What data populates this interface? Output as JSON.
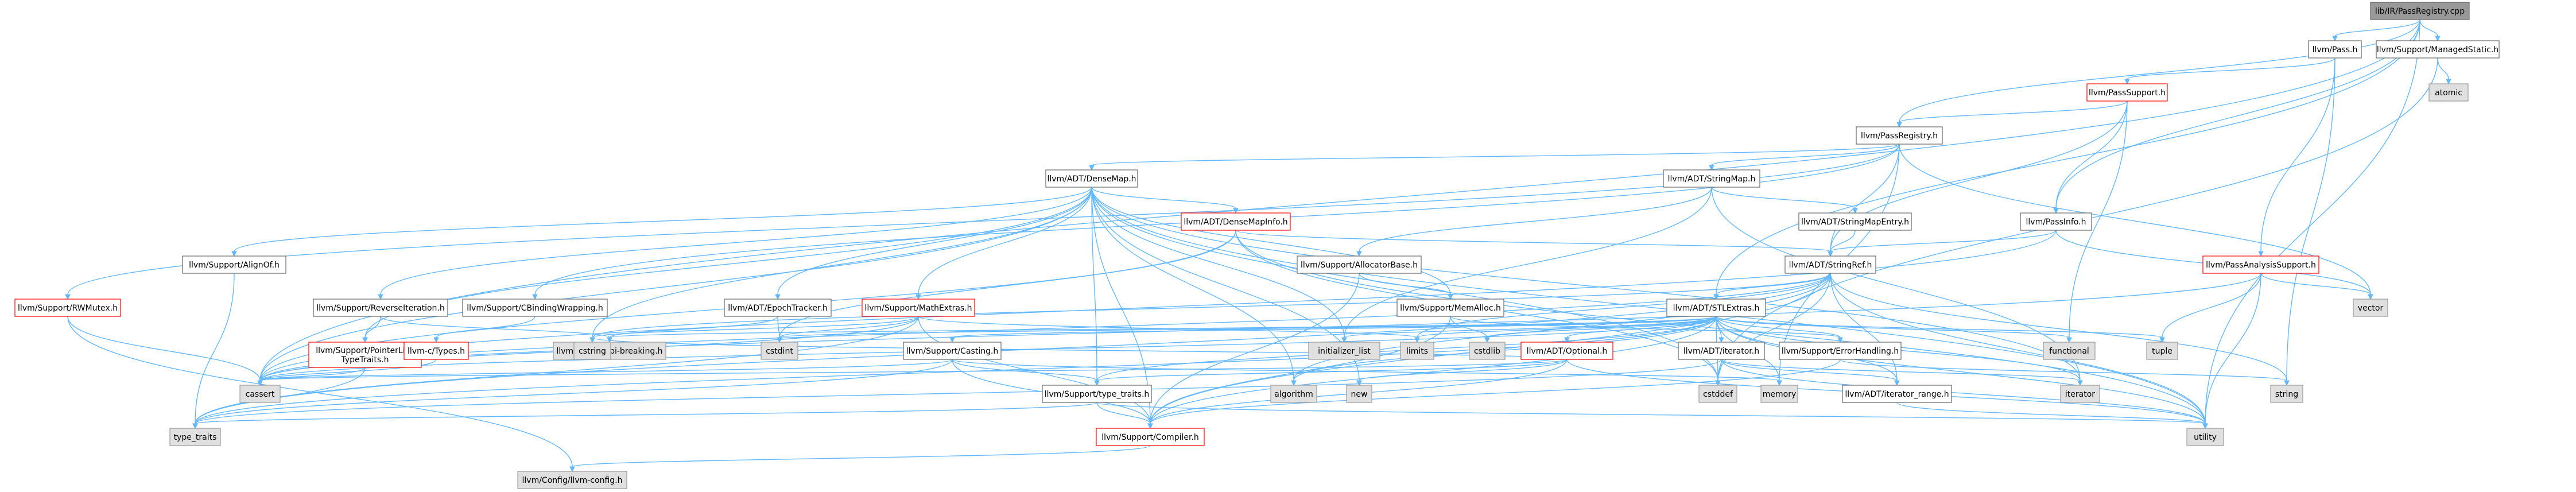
{
  "colors": {
    "root_fill": "#999999",
    "root_stroke": "#666666",
    "normal_fill": "#ffffff",
    "normal_stroke": "#666666",
    "alert_stroke": "#ff0000",
    "external_fill": "#e0e0e0",
    "external_stroke": "#999999",
    "edge": "#63b8ff"
  },
  "nodes": [
    {
      "id": "root",
      "label": "lib/IR/PassRegistry.cpp",
      "kind": "root"
    },
    {
      "id": "pass",
      "label": "llvm/Pass.h",
      "kind": "normal"
    },
    {
      "id": "managedstatic",
      "label": "llvm/Support/ManagedStatic.h",
      "kind": "normal"
    },
    {
      "id": "passsupport",
      "label": "llvm/PassSupport.h",
      "kind": "alert"
    },
    {
      "id": "atomic",
      "label": "atomic",
      "kind": "external"
    },
    {
      "id": "passregistry",
      "label": "llvm/PassRegistry.h",
      "kind": "normal"
    },
    {
      "id": "densemap",
      "label": "llvm/ADT/DenseMap.h",
      "kind": "normal"
    },
    {
      "id": "stringmap",
      "label": "llvm/ADT/StringMap.h",
      "kind": "normal"
    },
    {
      "id": "densemapinfo",
      "label": "llvm/ADT/DenseMapInfo.h",
      "kind": "alert"
    },
    {
      "id": "stringmapentry",
      "label": "llvm/ADT/StringMapEntry.h",
      "kind": "normal"
    },
    {
      "id": "passinfo",
      "label": "llvm/PassInfo.h",
      "kind": "normal"
    },
    {
      "id": "alignof",
      "label": "llvm/Support/AlignOf.h",
      "kind": "normal"
    },
    {
      "id": "allocatorbase",
      "label": "llvm/Support/AllocatorBase.h",
      "kind": "normal"
    },
    {
      "id": "stringref",
      "label": "llvm/ADT/StringRef.h",
      "kind": "normal"
    },
    {
      "id": "passanalysis",
      "label": "llvm/PassAnalysisSupport.h",
      "kind": "alert"
    },
    {
      "id": "rwmutex",
      "label": "llvm/Support/RWMutex.h",
      "kind": "alert"
    },
    {
      "id": "reverseiter",
      "label": "llvm/Support/ReverseIteration.h",
      "kind": "normal"
    },
    {
      "id": "cbinding",
      "label": "llvm/Support/CBindingWrapping.h",
      "kind": "normal"
    },
    {
      "id": "epoch",
      "label": "llvm/ADT/EpochTracker.h",
      "kind": "normal"
    },
    {
      "id": "mathextras",
      "label": "llvm/Support/MathExtras.h",
      "kind": "alert"
    },
    {
      "id": "memalloc",
      "label": "llvm/Support/MemAlloc.h",
      "kind": "normal"
    },
    {
      "id": "stlextras",
      "label": "llvm/ADT/STLExtras.h",
      "kind": "normal"
    },
    {
      "id": "pointerlike",
      "label": "llvm/Support/PointerLike\nTypeTraits.h",
      "kind": "alert"
    },
    {
      "id": "ctypes",
      "label": "llvm-c/Types.h",
      "kind": "alert"
    },
    {
      "id": "abibreaking",
      "label": "llvm/Config/abi-breaking.h",
      "kind": "external"
    },
    {
      "id": "cstdint",
      "label": "cstdint",
      "kind": "external"
    },
    {
      "id": "casting",
      "label": "llvm/Support/Casting.h",
      "kind": "normal"
    },
    {
      "id": "optional",
      "label": "llvm/ADT/Optional.h",
      "kind": "alert"
    },
    {
      "id": "adtiterator",
      "label": "llvm/ADT/iterator.h",
      "kind": "normal"
    },
    {
      "id": "errorhandling",
      "label": "llvm/Support/ErrorHandling.h",
      "kind": "normal"
    },
    {
      "id": "cstring",
      "label": "cstring",
      "kind": "external"
    },
    {
      "id": "initlist",
      "label": "initializer_list",
      "kind": "external"
    },
    {
      "id": "limits",
      "label": "limits",
      "kind": "external"
    },
    {
      "id": "cstdlib",
      "label": "cstdlib",
      "kind": "external"
    },
    {
      "id": "functional",
      "label": "functional",
      "kind": "external"
    },
    {
      "id": "tuple",
      "label": "tuple",
      "kind": "external"
    },
    {
      "id": "vector",
      "label": "vector",
      "kind": "external"
    },
    {
      "id": "cassert",
      "label": "cassert",
      "kind": "external"
    },
    {
      "id": "typetraitsllvm",
      "label": "llvm/Support/type_traits.h",
      "kind": "normal"
    },
    {
      "id": "algorithm",
      "label": "algorithm",
      "kind": "external"
    },
    {
      "id": "new",
      "label": "new",
      "kind": "external"
    },
    {
      "id": "cstddef",
      "label": "cstddef",
      "kind": "external"
    },
    {
      "id": "memory",
      "label": "memory",
      "kind": "external"
    },
    {
      "id": "iterrange",
      "label": "llvm/ADT/iterator_range.h",
      "kind": "normal"
    },
    {
      "id": "iterator",
      "label": "iterator",
      "kind": "external"
    },
    {
      "id": "string",
      "label": "string",
      "kind": "external"
    },
    {
      "id": "typetraits",
      "label": "type_traits",
      "kind": "external"
    },
    {
      "id": "compiler",
      "label": "llvm/Support/Compiler.h",
      "kind": "alert"
    },
    {
      "id": "utility",
      "label": "utility",
      "kind": "external"
    },
    {
      "id": "llvmconfig",
      "label": "llvm/Config/llvm-config.h",
      "kind": "external"
    }
  ],
  "edges": [
    [
      "root",
      "pass"
    ],
    [
      "root",
      "managedstatic"
    ],
    [
      "root",
      "passregistry"
    ],
    [
      "root",
      "passinfo"
    ],
    [
      "root",
      "stlextras"
    ],
    [
      "root",
      "cassert"
    ],
    [
      "root",
      "utility"
    ],
    [
      "pass",
      "passsupport"
    ],
    [
      "pass",
      "passanalysis"
    ],
    [
      "pass",
      "string"
    ],
    [
      "managedstatic",
      "atomic"
    ],
    [
      "managedstatic",
      "cstddef"
    ],
    [
      "passsupport",
      "passregistry"
    ],
    [
      "passsupport",
      "passinfo"
    ],
    [
      "passsupport",
      "functional"
    ],
    [
      "passsupport",
      "stringref"
    ],
    [
      "passregistry",
      "densemap"
    ],
    [
      "passregistry",
      "stringmap"
    ],
    [
      "passregistry",
      "stringref"
    ],
    [
      "passregistry",
      "rwmutex"
    ],
    [
      "passregistry",
      "cbinding"
    ],
    [
      "passregistry",
      "memory"
    ],
    [
      "passregistry",
      "vector"
    ],
    [
      "densemap",
      "densemapinfo"
    ],
    [
      "densemap",
      "epoch"
    ],
    [
      "densemap",
      "alignof"
    ],
    [
      "densemap",
      "compiler"
    ],
    [
      "densemap",
      "mathextras"
    ],
    [
      "densemap",
      "memalloc"
    ],
    [
      "densemap",
      "reverseiter"
    ],
    [
      "densemap",
      "pointerlike"
    ],
    [
      "densemap",
      "typetraitsllvm"
    ],
    [
      "densemap",
      "algorithm"
    ],
    [
      "densemap",
      "cassert"
    ],
    [
      "densemap",
      "cstddef"
    ],
    [
      "densemap",
      "cstring"
    ],
    [
      "densemap",
      "initlist"
    ],
    [
      "densemap",
      "iterator"
    ],
    [
      "densemap",
      "new"
    ],
    [
      "densemap",
      "utility"
    ],
    [
      "stringmap",
      "stringmapentry"
    ],
    [
      "stringmap",
      "allocatorbase"
    ],
    [
      "stringmap",
      "initlist"
    ],
    [
      "stringmap",
      "iterator"
    ],
    [
      "densemapinfo",
      "cassert"
    ],
    [
      "densemapinfo",
      "cstddef"
    ],
    [
      "densemapinfo",
      "cstdint"
    ],
    [
      "densemapinfo",
      "utility"
    ],
    [
      "densemapinfo",
      "stringref"
    ],
    [
      "stringmapentry",
      "stringref"
    ],
    [
      "passinfo",
      "stringref"
    ],
    [
      "passinfo",
      "cassert"
    ],
    [
      "passinfo",
      "vector"
    ],
    [
      "alignof",
      "typetraits"
    ],
    [
      "allocatorbase",
      "compiler"
    ],
    [
      "allocatorbase",
      "memalloc"
    ],
    [
      "stringref",
      "stlextras"
    ],
    [
      "stringref",
      "compiler"
    ],
    [
      "stringref",
      "algorithm"
    ],
    [
      "stringref",
      "cassert"
    ],
    [
      "stringref",
      "cstddef"
    ],
    [
      "stringref",
      "cstring"
    ],
    [
      "stringref",
      "limits"
    ],
    [
      "stringref",
      "string"
    ],
    [
      "stringref",
      "typetraits"
    ],
    [
      "stringref",
      "utility"
    ],
    [
      "stringref",
      "iterrange"
    ],
    [
      "passanalysis",
      "vector"
    ],
    [
      "passanalysis",
      "tuple"
    ],
    [
      "passanalysis",
      "utility"
    ],
    [
      "passanalysis",
      "cassert"
    ],
    [
      "rwmutex",
      "llvmconfig"
    ],
    [
      "rwmutex",
      "cassert"
    ],
    [
      "reverseiter",
      "abibreaking"
    ],
    [
      "reverseiter",
      "pointerlike"
    ],
    [
      "cbinding",
      "ctypes"
    ],
    [
      "epoch",
      "abibreaking"
    ],
    [
      "epoch",
      "cstdint"
    ],
    [
      "mathextras",
      "compiler"
    ],
    [
      "mathextras",
      "cassert"
    ],
    [
      "mathextras",
      "climits"
    ],
    [
      "mathextras",
      "cstdint"
    ],
    [
      "mathextras",
      "cstring"
    ],
    [
      "mathextras",
      "limits"
    ],
    [
      "mathextras",
      "typetraits"
    ],
    [
      "memalloc",
      "compiler"
    ],
    [
      "memalloc",
      "errorhandling"
    ],
    [
      "memalloc",
      "cstdlib"
    ],
    [
      "stlextras",
      "optional"
    ],
    [
      "stlextras",
      "adtiterator"
    ],
    [
      "stlextras",
      "iterrange"
    ],
    [
      "stlextras",
      "casting"
    ],
    [
      "stlextras",
      "compiler"
    ],
    [
      "stlextras",
      "errorhandling"
    ],
    [
      "stlextras",
      "typetraitsllvm"
    ],
    [
      "stlextras",
      "algorithm"
    ],
    [
      "stlextras",
      "cassert"
    ],
    [
      "stlextras",
      "cstddef"
    ],
    [
      "stlextras",
      "cstdint"
    ],
    [
      "stlextras",
      "cstdlib"
    ],
    [
      "stlextras",
      "functional"
    ],
    [
      "stlextras",
      "initlist"
    ],
    [
      "stlextras",
      "iterator"
    ],
    [
      "stlextras",
      "limits"
    ],
    [
      "stlextras",
      "memory"
    ],
    [
      "stlextras",
      "tuple"
    ],
    [
      "stlextras",
      "typetraits"
    ],
    [
      "stlextras",
      "utility"
    ],
    [
      "stlextras",
      "abibreaking"
    ],
    [
      "pointerlike",
      "cassert"
    ],
    [
      "pointerlike",
      "typetraits"
    ],
    [
      "ctypes",
      "cassert"
    ],
    [
      "casting",
      "compiler"
    ],
    [
      "casting",
      "typetraitsllvm"
    ],
    [
      "casting",
      "cassert"
    ],
    [
      "casting",
      "memory"
    ],
    [
      "casting",
      "typetraits"
    ],
    [
      "optional",
      "compiler"
    ],
    [
      "optional",
      "typetraitsllvm"
    ],
    [
      "optional",
      "cassert"
    ],
    [
      "optional",
      "cstring"
    ],
    [
      "optional",
      "new"
    ],
    [
      "optional",
      "utility"
    ],
    [
      "adtiterator",
      "iterrange"
    ],
    [
      "adtiterator",
      "cstddef"
    ],
    [
      "adtiterator",
      "iterator"
    ],
    [
      "adtiterator",
      "typetraits"
    ],
    [
      "adtiterator",
      "utility"
    ],
    [
      "errorhandling",
      "compiler"
    ],
    [
      "errorhandling",
      "string"
    ],
    [
      "typetraitsllvm",
      "compiler"
    ],
    [
      "typetraitsllvm",
      "typetraits"
    ],
    [
      "typetraitsllvm",
      "utility"
    ],
    [
      "iterrange",
      "utility"
    ],
    [
      "compiler",
      "llvmconfig"
    ]
  ]
}
